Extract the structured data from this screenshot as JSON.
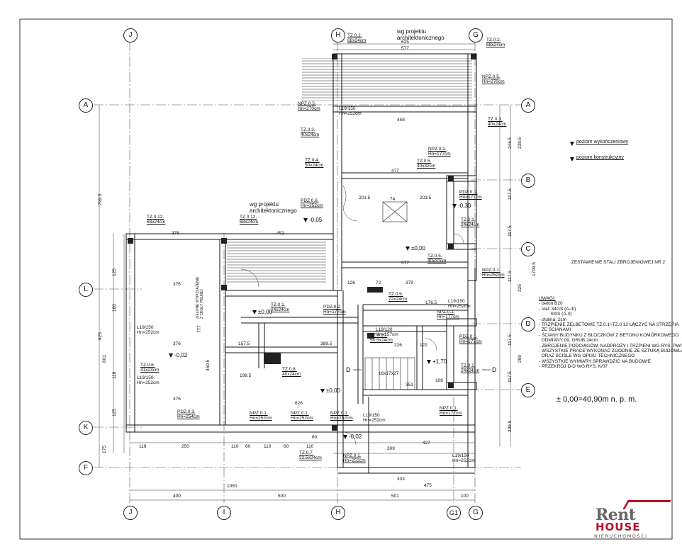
{
  "axes": {
    "top": [
      "J",
      "H",
      "G"
    ],
    "bottom": [
      "J",
      "I",
      "H",
      "G1",
      "G"
    ],
    "left": [
      "A",
      "L",
      "K",
      "F"
    ],
    "right": [
      "A",
      "B",
      "C",
      "D",
      "E"
    ]
  },
  "arch_notes": [
    "wg projektu\narchitektonicznego",
    "wg projektu\narchitektonicznego"
  ],
  "element_labels": [
    "TZ.0.2.\n68x24cm",
    "TZ.0.2.\n68x24cm",
    "NPZ.0.5.\nHn=270cm",
    "NPZ.0.5.\nHn=270cm",
    "TZ.0.3.\n40x24cm",
    "TZ.0.3.\n40x24cm",
    "TZ.0.4.\n50x24cm",
    "TZ.0.5.\n40x32cm",
    "NPZ.0.1.\nHn=177cm",
    "PDZ.0.1.\nHn=177cm",
    "PDZ.0.6.\nHn=252cm",
    "TZ.0.12.\n68x24cm",
    "TZ.0.12.\n68x24cm",
    "TZ.0.1.\n24x24cm",
    "TZ.0.5.\n40x32cm",
    "NPZ.0.1.\nHn=252cm",
    "TZ.0.9.\n72x24cm",
    "NPZ.0.1.\nHn=177cm",
    "PDZ.0.2.\nHn=177cm",
    "TZ.0.1.\n24x24cm",
    "TZ.0.10.\n50.5x24cm",
    "PDZ.0.1.\nHn=177cm",
    "TZ.0.6.\n41x24cm",
    "TZ.0.8.\n40x24cm",
    "TZ.0.1.\n24x24cm",
    "PDZ.0.3.\nHn=254cm",
    "NPZ.0.1.\nHn=252cm",
    "NPZ.0.1.\nHn=252cm",
    "NPZ.0.1.\nHn=252cm",
    "NPZ.0.1.\nHn=177cm",
    "TZ.0.7.\n32.5x24cm",
    "NPZ.0.1.\nHn=252cm",
    "L19/150\nHn=252cm",
    "L19/150\nHn=252cm",
    "L19/150\nHn=252cm",
    "L19/120\nHn=157cm",
    "L19/150\nHn=252cm",
    "L19/150\nHn=252cm",
    "L19/150\nHn=252cm",
    "ZIELONE WYPOSAŻENIE\nZ CEGŁY PEŁNEJ"
  ],
  "levels": [
    "-0,05",
    "±0,00",
    "-0,30",
    "±0,00",
    "-0,02",
    "+1,70",
    "±0,00",
    "-0,02"
  ],
  "level_legend": [
    "poziom wykończeniowy",
    "poziom konstrukcyjny"
  ],
  "section_marks": [
    "D",
    "D"
  ],
  "stair_label": "16x17x27",
  "dimensions": {
    "top": [
      "625",
      "577",
      "458",
      "477",
      "201.5",
      "201.5",
      "74",
      "577",
      "379",
      "452",
      "376"
    ],
    "bottom_row1": [
      "119",
      "250",
      "110",
      "60",
      "110",
      "60",
      "110",
      "309",
      "427"
    ],
    "bottom_row2": [
      "333",
      "475"
    ],
    "bottom_row3": [
      "1050"
    ],
    "bottom_row4": [
      "400",
      "500",
      "501",
      "100"
    ],
    "left": [
      "799.5",
      "125",
      "180",
      "825",
      "601",
      "118",
      "125",
      "175"
    ],
    "right": [
      "246.5",
      "238.5",
      "117.5",
      "117.5",
      "325",
      "1709.5",
      "117.5",
      "209.5",
      "299",
      "117.5",
      "117.5"
    ],
    "interior": [
      "157.5",
      "389.5",
      "376",
      "376",
      "777",
      "460.5",
      "198.5",
      "626",
      "376",
      "126",
      "176.5",
      "122",
      "351",
      "108",
      "72",
      "226",
      "60"
    ]
  },
  "schedule_title": "ZESTAWIENIE STALI ZBROJENIOWEJ NR 2",
  "notes_title": "UWAGI:",
  "notes": [
    "- beton B20",
    "- stal: 34GS (A-III)",
    "         St0S (A-0)",
    "- otulina: 2cm",
    "- TRZPIENIE ŻELBETOWE TZ.0.1÷TZ.0.12 ŁĄCZYĆ NA STRZĘPIA",
    "  ZE ŚCIANAMI",
    "- ŚCIANY BUDYNKU Z BLOCZKÓW Z BETONU KOMÓRKOWEGO",
    "  ODMIANY 09, GRUB.24cm",
    "- ZBROJENIE PODCIĄGÓW, NADPROŻY I TRZPIENI WG RYS. PW/K/05",
    "- WSZYSTKIE PRACE WYKONAĆ ZGODNIE ZE SZTUKĄ BUDOWLANĄ",
    "  ORAZ ŚCIŚLE WG OPISU TECHNICZNEGO",
    "- WSZYSTKIE WYMIARY SPRAWDZIĆ NA BUDOWIE",
    "- PRZEKRÓJ D-D WG RYS. K/07"
  ],
  "elevation": "± 0,00=40,90m n. p. m.",
  "logo": {
    "line1": "Rent",
    "line2": "HOUSE",
    "line3": "NIERUCHOMOŚCI"
  }
}
